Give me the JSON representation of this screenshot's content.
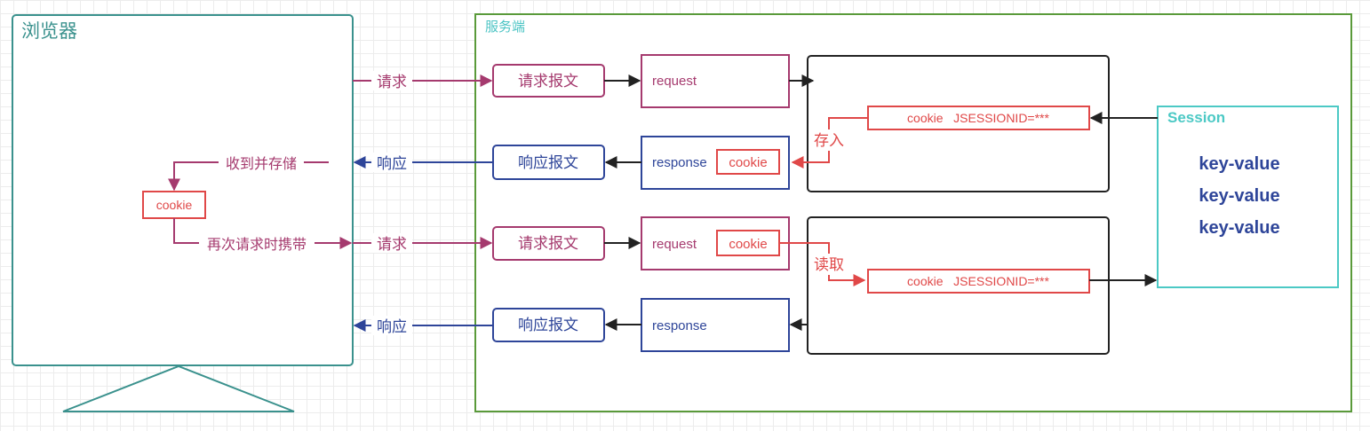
{
  "browser": {
    "title": "浏览器"
  },
  "server": {
    "title": "服务端"
  },
  "session": {
    "title": "Session",
    "entries": [
      "key-value",
      "key-value",
      "key-value"
    ]
  },
  "exchange1": {
    "request_edge_label": "请求",
    "request_message": "请求报文",
    "request_object": "request",
    "response_edge_label": "响应",
    "response_message": "响应报文",
    "response_object": "response",
    "response_cookie": "cookie",
    "cookie_session": "cookie   JSESSIONID=***",
    "store_label": "存入"
  },
  "browser_flow": {
    "receive_store_label": "收到并存储",
    "cookie": "cookie",
    "carry_label": "再次请求时携带"
  },
  "exchange2": {
    "request_edge_label": "请求",
    "request_message": "请求报文",
    "request_object": "request",
    "request_cookie": "cookie",
    "read_label": "读取",
    "cookie_session": "cookie   JSESSIONID=***",
    "response_edge_label": "响应",
    "response_message": "响应报文",
    "response_object": "response"
  }
}
